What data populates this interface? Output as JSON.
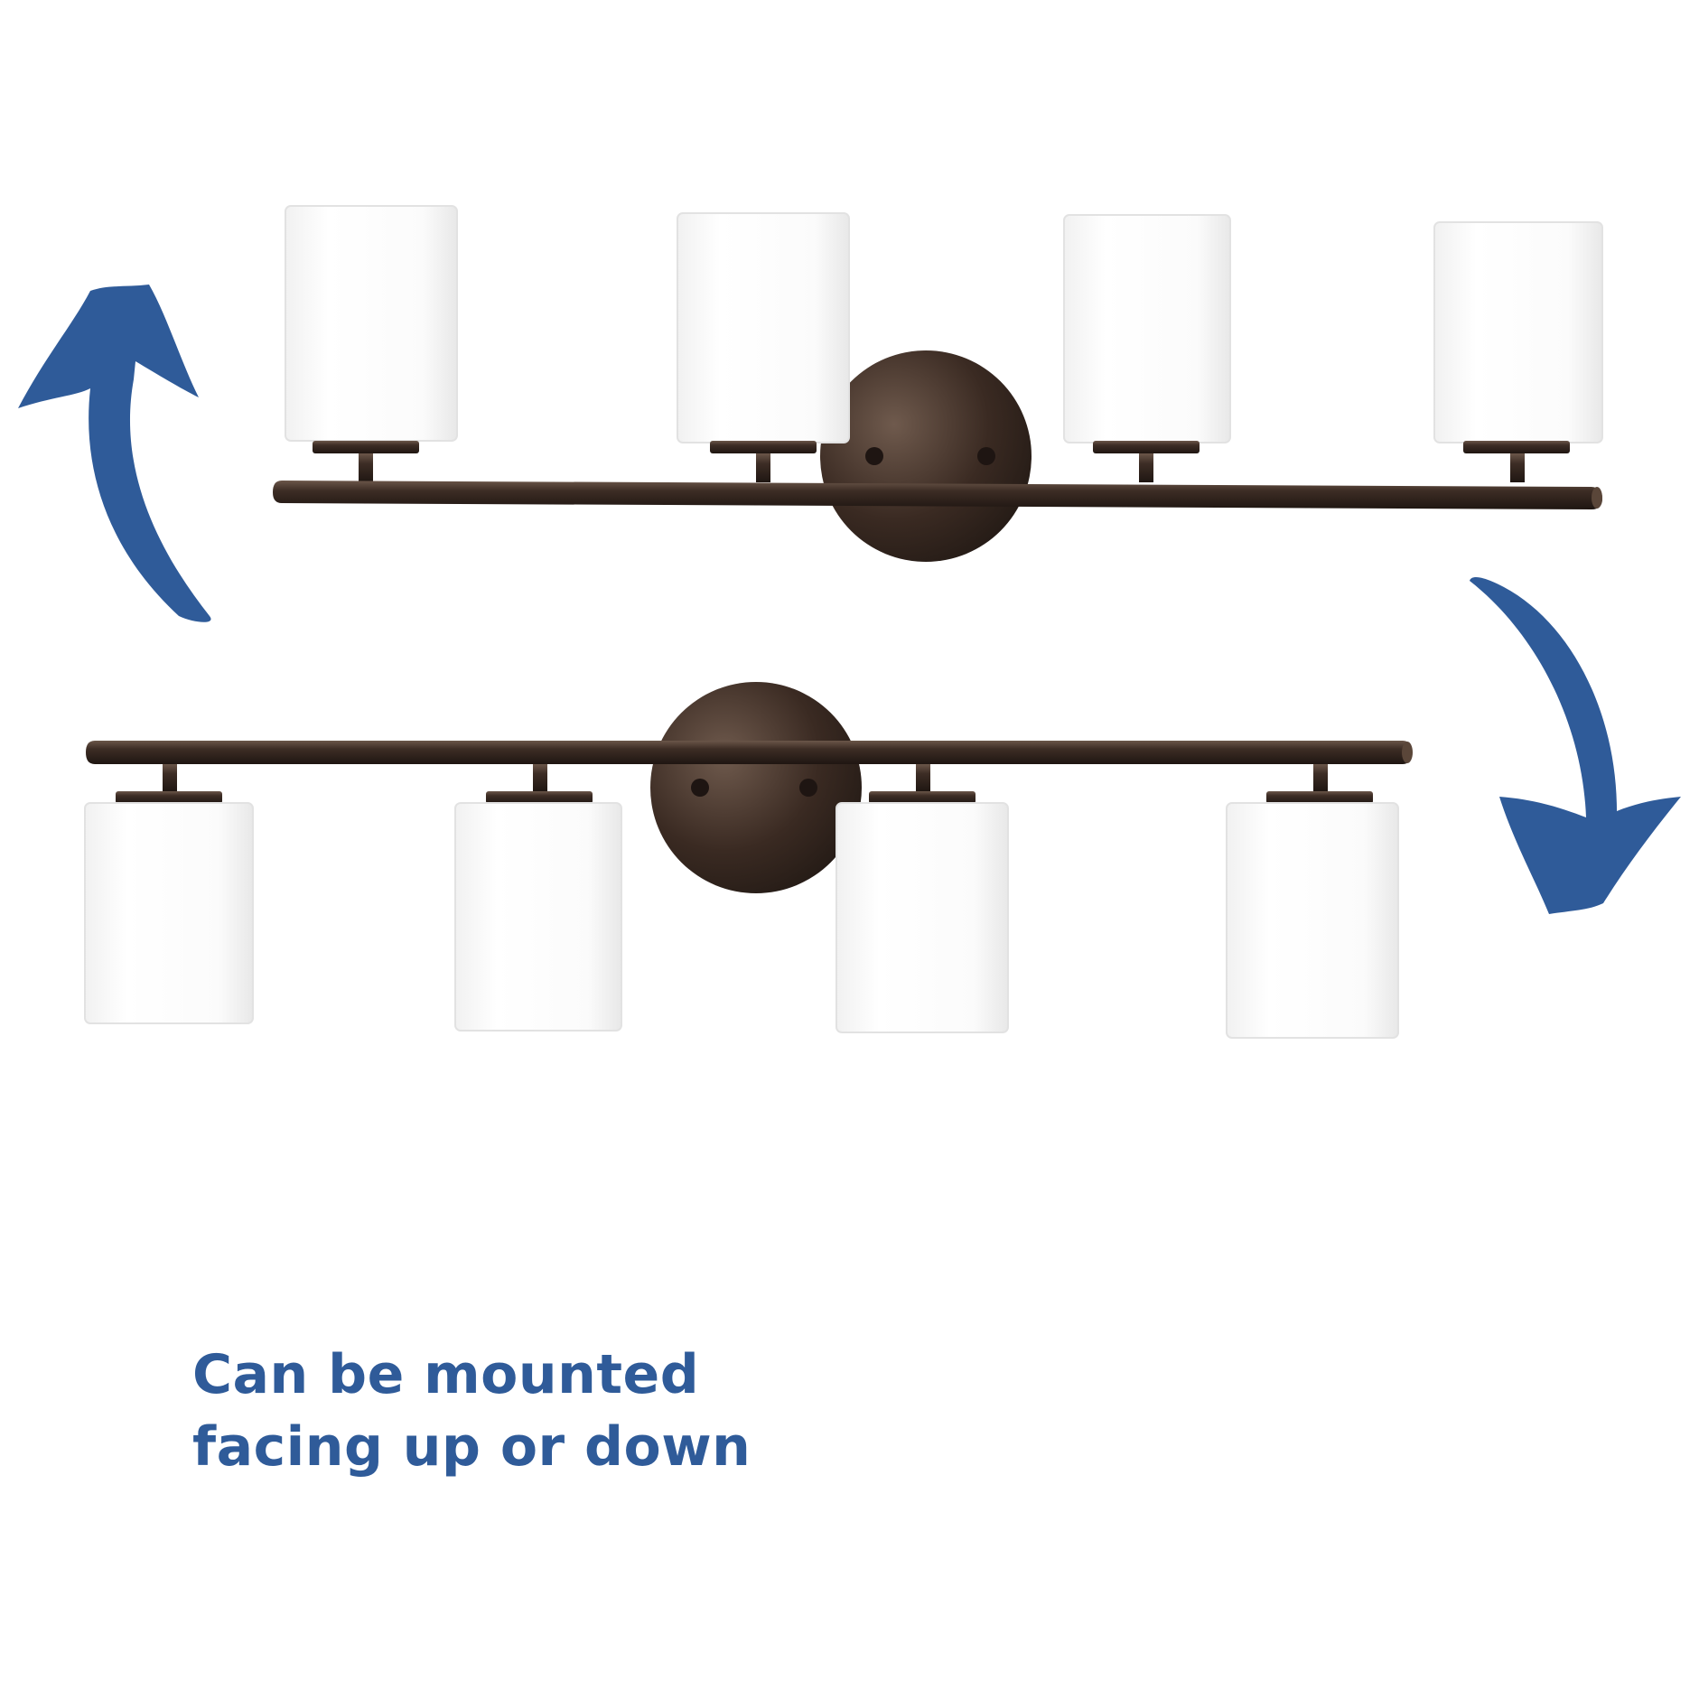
{
  "caption": {
    "line1": "Can be mounted",
    "line2": "facing up or down"
  },
  "colors": {
    "arrow": "#2f5b99",
    "fixture_finish": "#3a2a22",
    "glass_shade": "#ffffff",
    "caption_text": "#2f5b99",
    "background": "#ffffff"
  },
  "icons": {
    "upper_arrow": "curved-arrow-up-icon",
    "lower_arrow": "curved-arrow-down-icon"
  },
  "fixtures": [
    {
      "orientation": "shades-up",
      "shade_count": 4
    },
    {
      "orientation": "shades-down",
      "shade_count": 4
    }
  ]
}
